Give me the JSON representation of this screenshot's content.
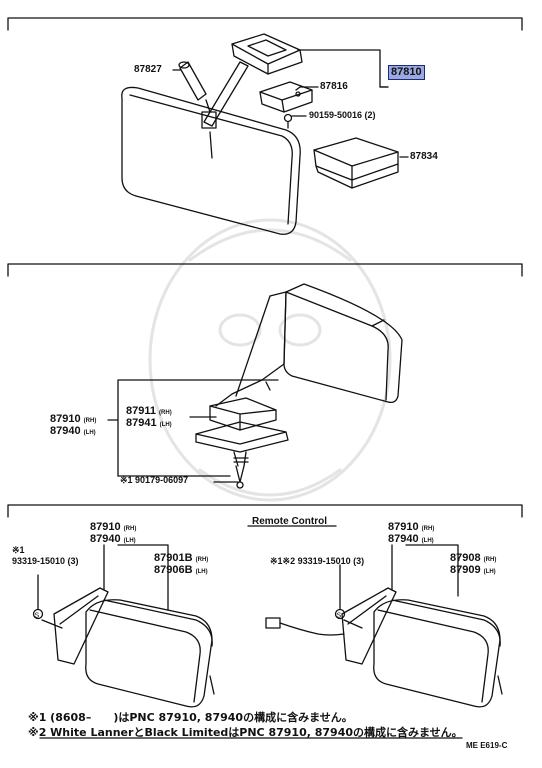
{
  "section1": {
    "part_87827": "87827",
    "part_87810": "87810",
    "part_87816": "87816",
    "part_90159": "90159-50016 (2)",
    "part_87834": "87834"
  },
  "section2": {
    "part_87910": "87910",
    "part_87910_side": "(RH)",
    "part_87940": "87940",
    "part_87940_side": "(LH)",
    "part_87911": "87911",
    "part_87911_side": "(RH)",
    "part_87941": "87941",
    "part_87941_side": "(LH)",
    "part_90179": "※1 90179-06097"
  },
  "section3": {
    "left_87910": "87910",
    "left_87910_side": "(RH)",
    "left_87940": "87940",
    "left_87940_side": "(LH)",
    "left_mark": "※1",
    "left_93319": "93319-15010 (3)",
    "left_87901b": "87901B",
    "left_87901b_side": "(RH)",
    "left_87906b": "87906B",
    "left_87906b_side": "(LH)",
    "remote_control": "Remote Control",
    "right_87910": "87910",
    "right_87910_side": "(RH)",
    "right_87940": "87940",
    "right_87940_side": "(LH)",
    "right_93319": "※1※2 93319-15010 (3)",
    "right_87908": "87908",
    "right_87908_side": "(RH)",
    "right_87909": "87909",
    "right_87909_side": "(LH)"
  },
  "notes": {
    "note1": "※1 (8608–　　)はPNC 87910, 87940の構成に含みません。",
    "note2": "※2 White LannerとBlack LimitedはPNC 87910, 87940の構成に含みません。"
  },
  "footer_code": "ME E619-C"
}
